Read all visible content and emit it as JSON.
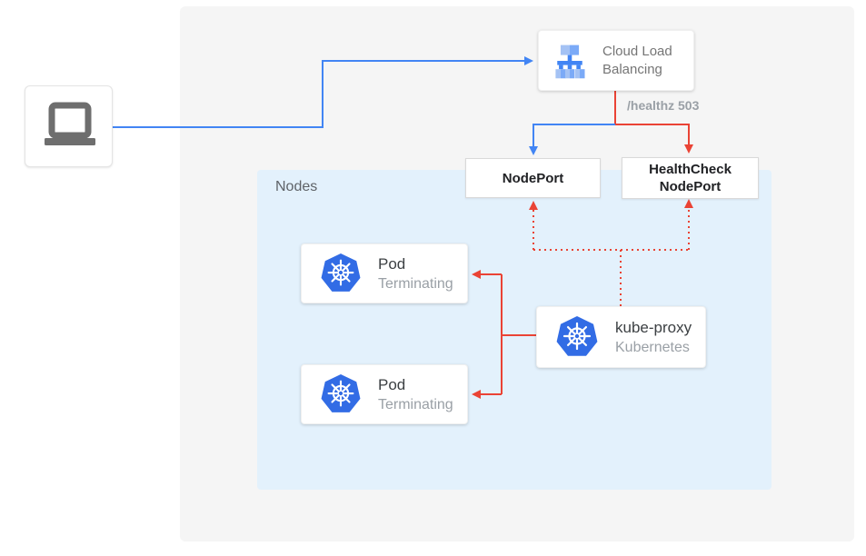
{
  "colors": {
    "accent_blue": "#4285F4",
    "accent_red": "#EA4335",
    "kubernetes_blue": "#326CE5",
    "nodes_background": "#E3F1FC",
    "panel_background": "#F5F5F5",
    "muted_text": "#9AA0A6"
  },
  "client": {
    "icon": "laptop-icon"
  },
  "load_balancer": {
    "label": "Cloud Load Balancing",
    "icon": "cloud-load-balancing-icon"
  },
  "health_check_label": "/healthz 503",
  "nodeport": {
    "label": "NodePort"
  },
  "healthcheck_nodeport": {
    "line1": "HealthCheck",
    "line2": "NodePort"
  },
  "nodes": {
    "label": "Nodes"
  },
  "pods": [
    {
      "title": "Pod",
      "status": "Terminating",
      "icon": "kubernetes-icon"
    },
    {
      "title": "Pod",
      "status": "Terminating",
      "icon": "kubernetes-icon"
    }
  ],
  "kube_proxy": {
    "title": "kube-proxy",
    "subtitle": "Kubernetes",
    "icon": "kubernetes-icon"
  },
  "edges": [
    {
      "from": "client",
      "to": "cloud-load-balancing",
      "style": "solid",
      "color": "blue"
    },
    {
      "from": "cloud-load-balancing",
      "to": "nodeport",
      "style": "solid",
      "color": "blue"
    },
    {
      "from": "cloud-load-balancing",
      "to": "healthcheck-nodeport",
      "style": "solid",
      "color": "red",
      "label": "/healthz 503"
    },
    {
      "from": "kube-proxy",
      "to": "pod-1",
      "style": "solid",
      "color": "red"
    },
    {
      "from": "kube-proxy",
      "to": "pod-2",
      "style": "solid",
      "color": "red"
    },
    {
      "from": "kube-proxy",
      "to": "nodeport",
      "style": "dotted",
      "color": "red"
    },
    {
      "from": "kube-proxy",
      "to": "healthcheck-nodeport",
      "style": "dotted",
      "color": "red"
    }
  ]
}
